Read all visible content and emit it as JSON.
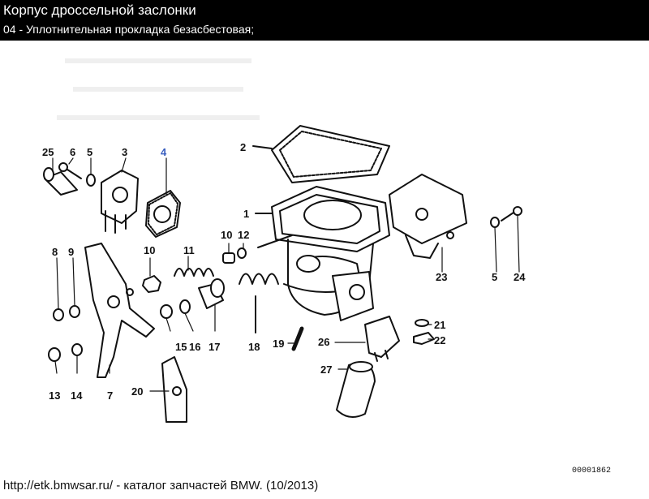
{
  "header": {
    "title": "Корпус дроссельной заслонки",
    "subtitle": "04 - Уплотнительная прокладка безасбестовая;"
  },
  "diagram": {
    "drawing_number": "00001862",
    "highlighted_callout": "4",
    "callouts": [
      "25",
      "6",
      "5",
      "3",
      "4",
      "2",
      "1",
      "10",
      "12",
      "11",
      "10",
      "8",
      "9",
      "23",
      "5",
      "24",
      "15",
      "16",
      "17",
      "18",
      "19",
      "26",
      "21",
      "22",
      "27",
      "13",
      "14",
      "7",
      "20"
    ]
  },
  "footer": {
    "text": "http://etk.bmwsar.ru/ - каталог запчастей BMW. (10/2013)"
  },
  "colors": {
    "header_bg": "#000000",
    "header_text": "#ffffff",
    "highlight": "#3a5fbf"
  }
}
